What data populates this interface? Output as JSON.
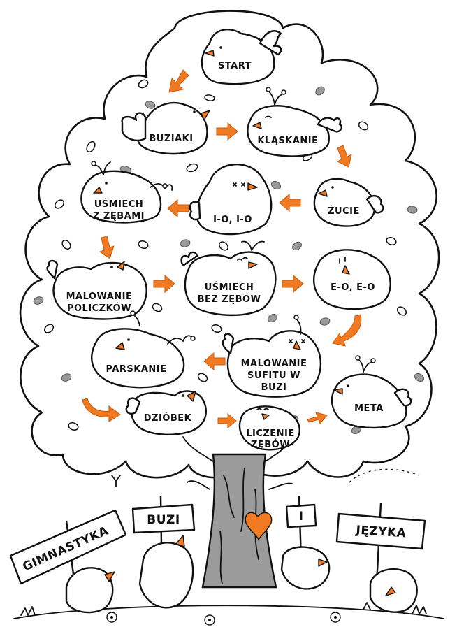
{
  "colors": {
    "accent": "#f07a22",
    "trunk": "#9b9b9b",
    "ink": "#111111"
  },
  "diagram": {
    "nodes": {
      "start": [
        "START"
      ],
      "buziaki": [
        "BUZIAKI"
      ],
      "klaskanie": [
        "KLĄSKANIE"
      ],
      "zucie": [
        "ŻUCIE"
      ],
      "io": [
        "I-O, I-O"
      ],
      "usmiech_z": [
        "UŚMIECH",
        "Z ZĘBAMI"
      ],
      "malowanie_pol": [
        "MALOWANIE",
        "POLICZKÓW"
      ],
      "usmiech_bez": [
        "UŚMIECH",
        "BEZ ZĘBÓW"
      ],
      "eo": [
        "E-O, E-O"
      ],
      "malowanie_suf": [
        "MALOWANIE",
        "SUFITU W",
        "BUZI"
      ],
      "parskanie": [
        "PARSKANIE"
      ],
      "dziobek": [
        "DZIÓBEK"
      ],
      "liczenie": [
        "LICZENIE",
        "ZĘBÓW"
      ],
      "meta": [
        "META"
      ]
    },
    "signs": {
      "gimnastyka": "GIMNASTYKA",
      "buzi": "BUZI",
      "i": "I",
      "jezyka": "JĘZYKA"
    }
  }
}
